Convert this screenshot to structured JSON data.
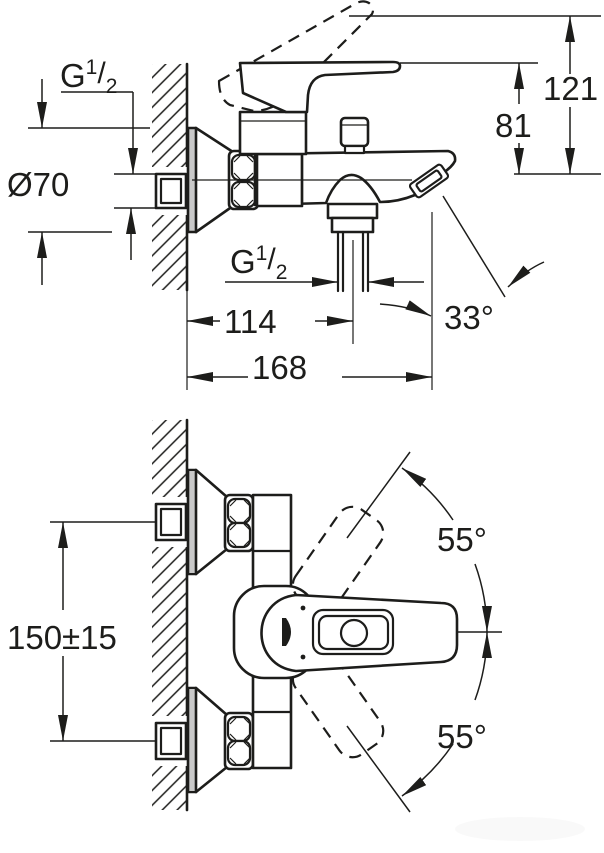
{
  "drawing": {
    "title": "Wall-mounted single-lever bath mixer - installation dimension drawing",
    "views": {
      "side_view": "side elevation with mounting dimensions",
      "plan_view": "plan view with handle swing angles"
    },
    "colors": {
      "line": "#1d1d1b",
      "background": "#ffffff",
      "escutcheon_shade": "#c9c9c9"
    },
    "dims": {
      "thread_wall": {
        "main": "G",
        "sup": "1",
        "slash": "/",
        "sub": "2"
      },
      "escutcheon_diameter": "Ø70",
      "height_handle_open": "121",
      "height_handle_closed": "81",
      "thread_shower": {
        "main": "G",
        "sup": "1",
        "slash": "/",
        "sub": "2"
      },
      "outlet_from_wall": "114",
      "spout_reach": "168",
      "spout_angle": "33°",
      "connection_spacing": "150±15",
      "swing_up": "55°",
      "swing_down": "55°"
    }
  }
}
